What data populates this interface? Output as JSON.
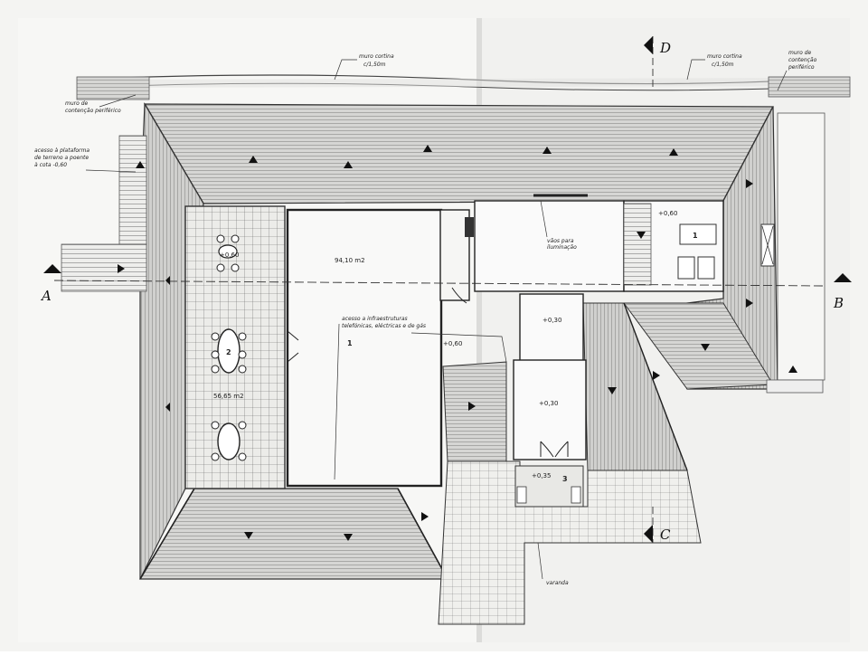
{
  "labels": {
    "muro_cortina_left": "muro cortina",
    "muro_cortina_left_h": "c/1,50m",
    "muro_cortina_right": "muro cortina",
    "muro_cortina_right_h": "c/1,50m",
    "muro_contencao_left_1": "muro de",
    "muro_contencao_left_2": "contenção periférico",
    "muro_contencao_right_1": "muro de",
    "muro_contencao_right_2": "contenção",
    "muro_contencao_right_3": "periférico",
    "acesso_1": "acesso à plataforma",
    "acesso_2": "de terreno a poente",
    "acesso_3": "à cota -0,60",
    "vaos_1": "vãos para",
    "vaos_2": "iluminação",
    "infra_1": "acesso a infraestruturas",
    "infra_2": "telefónicas, eléctricas e de gás",
    "varanda": "varanda"
  },
  "sections": {
    "a": "A",
    "b": "B",
    "c": "C",
    "d": "D"
  },
  "levels": {
    "terrace_left": "+0,60",
    "courtyard": "+0,60",
    "upper_right": "+0,60",
    "hall": "+0,30",
    "center_room": "+0,30",
    "balcony": "+0,35"
  },
  "areas": {
    "courtyard": "94,10 m2",
    "terrace": "56,65 m2"
  },
  "rooms": {
    "courtyard": "1",
    "terrace": "2",
    "balcony": "3",
    "upper_right": "1"
  }
}
